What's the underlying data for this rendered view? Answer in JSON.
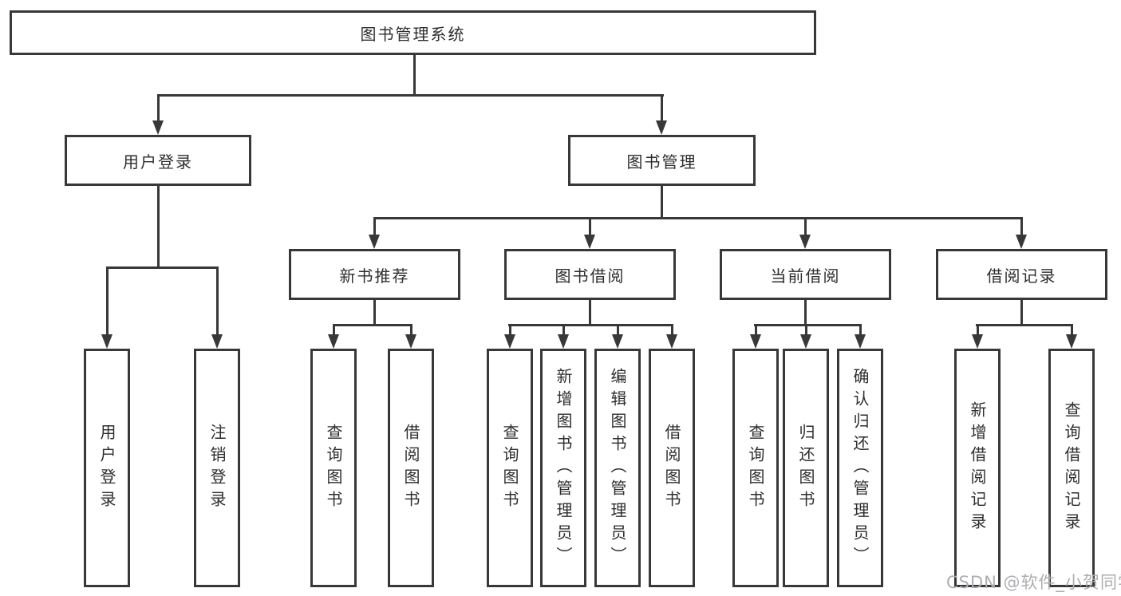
{
  "diagram": {
    "root": {
      "label": "图书管理系统"
    },
    "branches": [
      {
        "label": "用户登录",
        "children": [
          {
            "label": "用户登录"
          },
          {
            "label": "注销登录"
          }
        ]
      },
      {
        "label": "图书管理",
        "children": [
          {
            "label": "新书推荐",
            "children": [
              {
                "label": "查询图书"
              },
              {
                "label": "借阅图书"
              }
            ]
          },
          {
            "label": "图书借阅",
            "children": [
              {
                "label": "查询图书"
              },
              {
                "label": "新增图书（管理员）"
              },
              {
                "label": "编辑图书（管理员）"
              },
              {
                "label": "借阅图书"
              }
            ]
          },
          {
            "label": "当前借阅",
            "children": [
              {
                "label": "查询图书"
              },
              {
                "label": "归还图书"
              },
              {
                "label": "确认归还（管理员）"
              }
            ]
          },
          {
            "label": "借阅记录",
            "children": [
              {
                "label": "新增借阅记录"
              },
              {
                "label": "查询借阅记录"
              }
            ]
          }
        ]
      }
    ]
  },
  "watermark": {
    "text": "CSDN @软件_小贺同学"
  },
  "colors": {
    "line": "#383838",
    "box_background": "#ffffff",
    "text": "#2e2e2e",
    "watermark": "#aeaeb2"
  }
}
